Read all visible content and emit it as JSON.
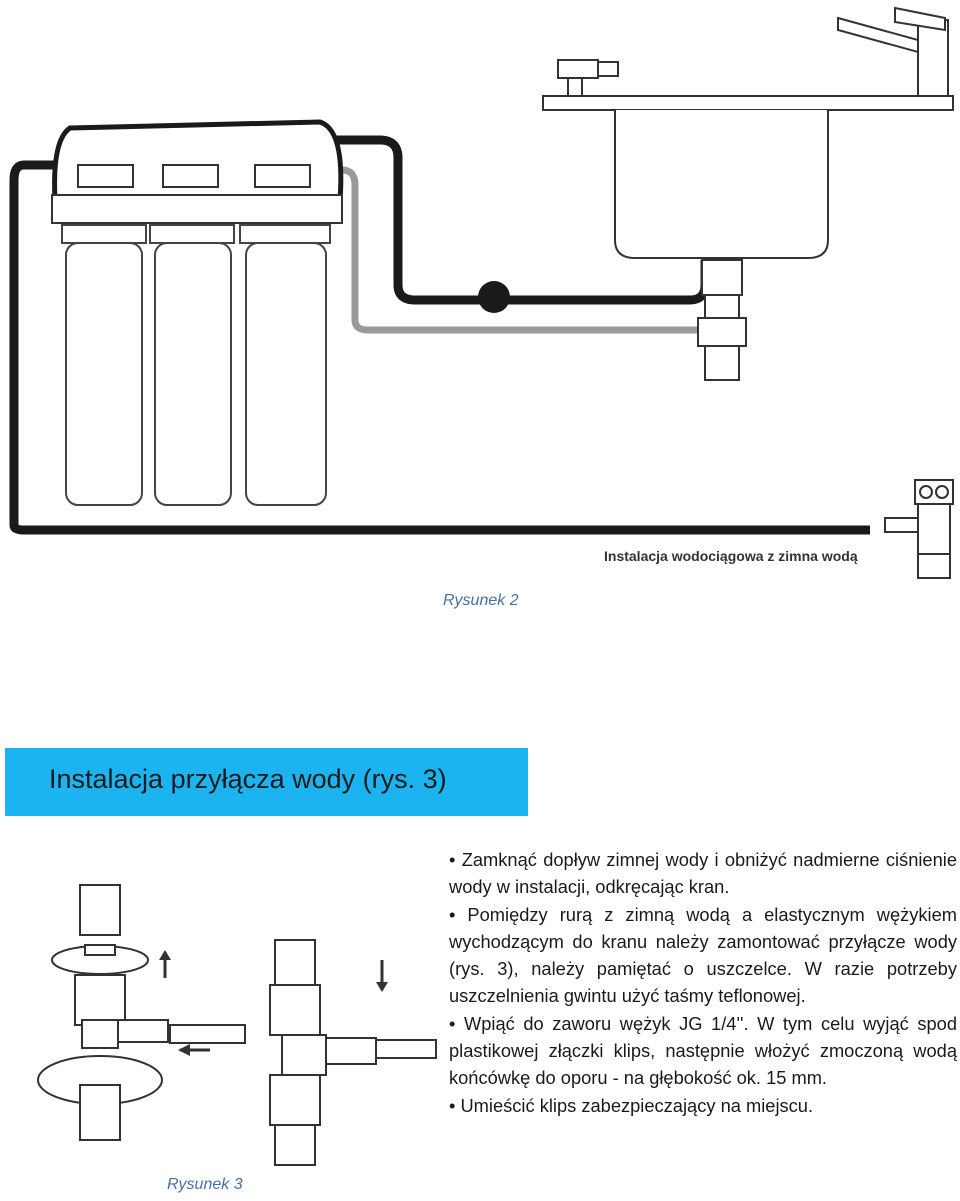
{
  "figure2": {
    "label": "Instalacja wodociągowa z zimna wodą",
    "caption": "Rysunek 2"
  },
  "section": {
    "title": "Instalacja przyłącza wody (rys. 3)"
  },
  "figure3": {
    "caption": "Rysunek 3"
  },
  "instructions": [
    "• Zamknąć dopływ zimnej wody i obniżyć nadmierne ciśnienie wody w instalacji, odkręcając kran.",
    "• Pomiędzy rurą z zimną wodą a elastycznym wężykiem wychodzącym do kranu należy zamontować przyłącze wody (rys. 3), należy pamiętać o uszczelce. W razie potrzeby uszczelnienia gwintu użyć taśmy teflonowej.",
    "• Wpiąć do zaworu wężyk JG 1/4''. W tym celu wyjąć spod plastikowej złączki klips, następnie włożyć zmoczoną wodą końcówkę do oporu - na głębokość ok. 15 mm.",
    "• Umieścić klips zabezpieczający na miejscu."
  ]
}
